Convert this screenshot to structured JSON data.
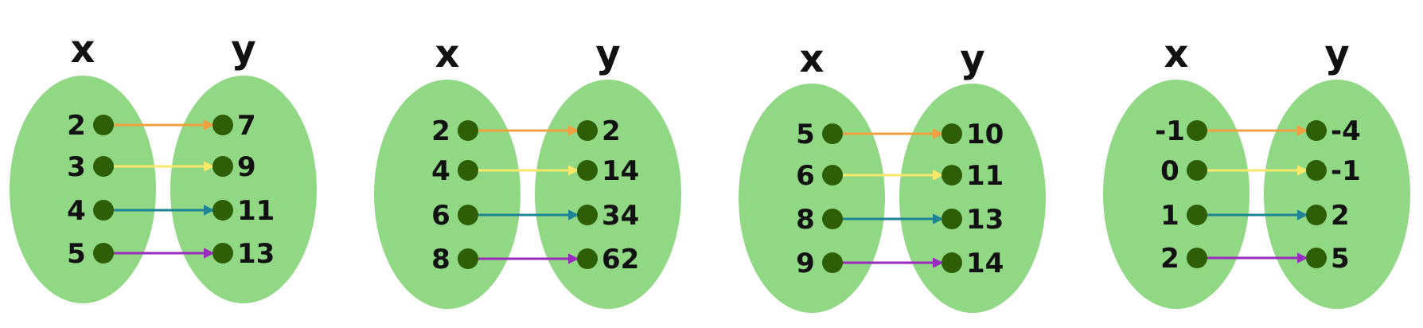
{
  "colors": {
    "ellipse": "#90d884",
    "dot": "#2e5e05",
    "text": "#111111",
    "arrows": [
      "#f0a040",
      "#f7e869",
      "#1e8394",
      "#9a2cbd"
    ]
  },
  "mappings": [
    {
      "domain_label": "x",
      "range_label": "y",
      "domain": [
        "2",
        "3",
        "4",
        "5"
      ],
      "range": [
        "7",
        "9",
        "11",
        "13"
      ]
    },
    {
      "domain_label": "x",
      "range_label": "y",
      "domain": [
        "2",
        "4",
        "6",
        "8"
      ],
      "range": [
        "2",
        "14",
        "34",
        "62"
      ]
    },
    {
      "domain_label": "x",
      "range_label": "y",
      "domain": [
        "5",
        "6",
        "8",
        "9"
      ],
      "range": [
        "10",
        "11",
        "13",
        "14"
      ]
    },
    {
      "domain_label": "x",
      "range_label": "y",
      "domain": [
        "-1",
        "0",
        "1",
        "2"
      ],
      "range": [
        "-4",
        "-1",
        "2",
        "5"
      ]
    }
  ]
}
